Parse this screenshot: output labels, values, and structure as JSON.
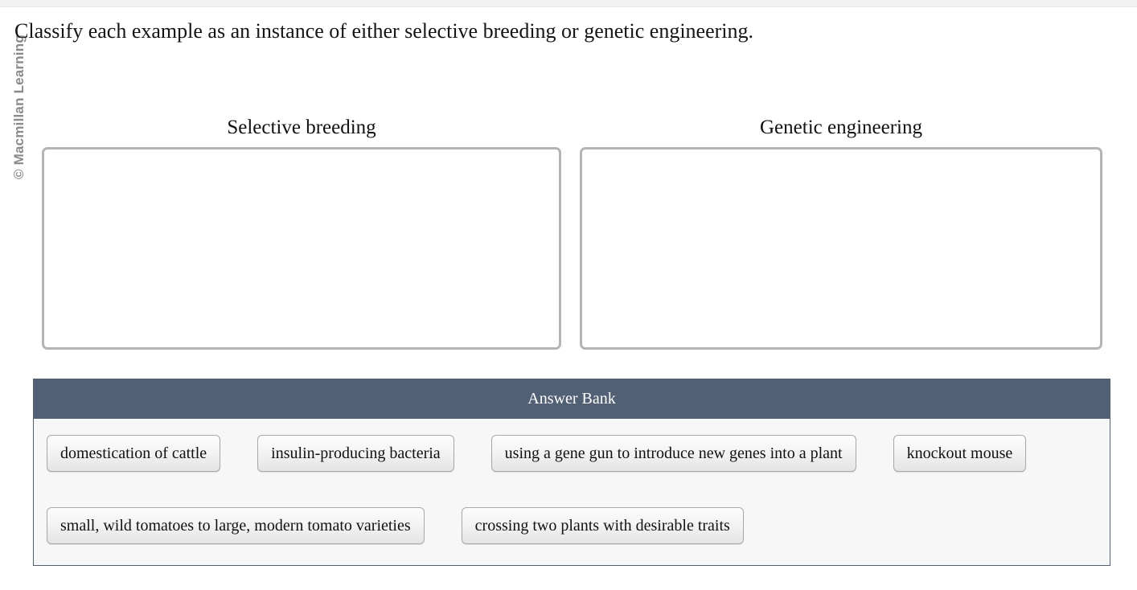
{
  "watermark": {
    "text": "© Macmillan Learning"
  },
  "prompt": {
    "text": "Classify each example as an instance of either selective breeding or genetic engineering."
  },
  "drop_zones": [
    {
      "label": "Selective breeding",
      "items": []
    },
    {
      "label": "Genetic engineering",
      "items": []
    }
  ],
  "answer_bank": {
    "title": "Answer Bank",
    "rows": [
      [
        "domestication of cattle",
        "insulin-producing bacteria",
        "using a gene gun to introduce new genes into a plant",
        "knockout mouse"
      ],
      [
        "small, wild tomatoes to large, modern tomato varieties",
        "crossing two plants with desirable traits"
      ]
    ]
  },
  "colors": {
    "answer_bank_header": "#526076",
    "answer_bank_border": "#50617e",
    "answer_bank_body": "#f7f7f7",
    "drop_zone_border": "#b4b4b4",
    "watermark_text": "#8a8a8a"
  }
}
